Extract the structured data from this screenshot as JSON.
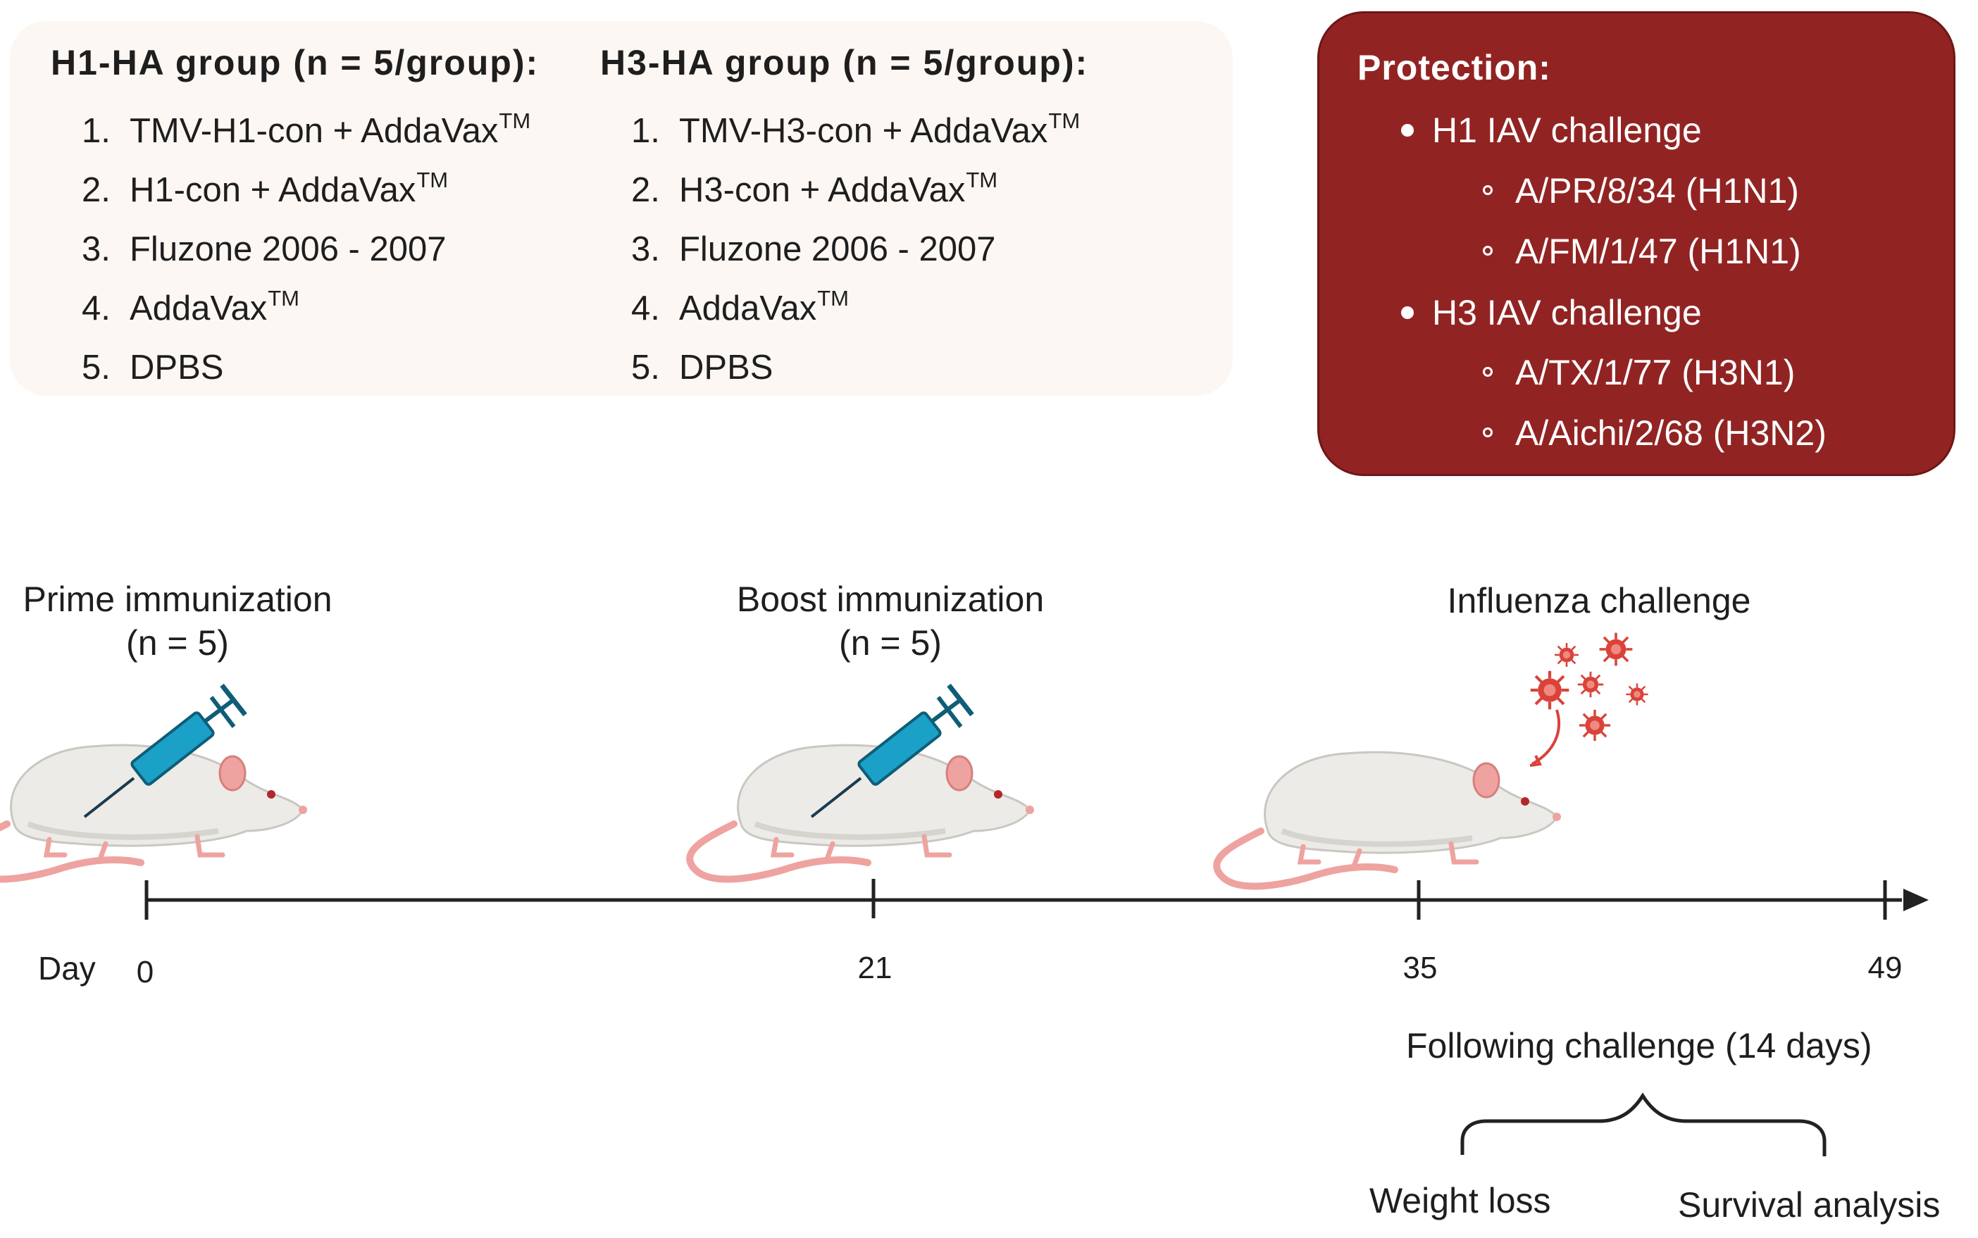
{
  "h1_group": {
    "title": "H1-HA group (n = 5/group):",
    "items": [
      {
        "num": "1.",
        "text": "TMV-H1-con + AddaVax",
        "tm": "TM"
      },
      {
        "num": "2.",
        "text": "H1-con + AddaVax",
        "tm": "TM"
      },
      {
        "num": "3.",
        "text": "Fluzone 2006 - 2007",
        "tm": ""
      },
      {
        "num": "4.",
        "text": "AddaVax",
        "tm": "TM"
      },
      {
        "num": "5.",
        "text": "DPBS",
        "tm": ""
      }
    ]
  },
  "h3_group": {
    "title": "H3-HA group (n = 5/group):",
    "items": [
      {
        "num": "1.",
        "text": "TMV-H3-con + AddaVax",
        "tm": "TM"
      },
      {
        "num": "2.",
        "text": "H3-con + AddaVax",
        "tm": "TM"
      },
      {
        "num": "3.",
        "text": "Fluzone 2006 - 2007",
        "tm": ""
      },
      {
        "num": "4.",
        "text": "AddaVax",
        "tm": "TM"
      },
      {
        "num": "5.",
        "text": "DPBS",
        "tm": ""
      }
    ]
  },
  "protection": {
    "title": "Protection:",
    "h1_challenge": "H1 IAV challenge",
    "h1_strains": [
      "A/PR/8/34 (H1N1)",
      "A/FM/1/47 (H1N1)"
    ],
    "h3_challenge": "H3 IAV challenge",
    "h3_strains": [
      "A/TX/1/77 (H3N1)",
      "A/Aichi/2/68 (H3N2)"
    ]
  },
  "timeline": {
    "stages": [
      {
        "label": "Prime immunization",
        "sub": "(n = 5)"
      },
      {
        "label": "Boost immunization",
        "sub": "(n = 5)"
      },
      {
        "label": "Influenza challenge",
        "sub": ""
      }
    ],
    "day_label": "Day",
    "ticks": [
      "0",
      "21",
      "35",
      "49"
    ],
    "following_label": "Following challenge (14 days)",
    "outcomes": [
      "Weight loss",
      "Survival analysis"
    ]
  },
  "colors": {
    "protection_bg": "#912423",
    "groups_bg": "#fdf7f3",
    "syringe": "#1ba0c8",
    "virus": "#d9433a",
    "mouse_body": "#ecebe7",
    "mouse_pink": "#eea3a0"
  },
  "icons": [
    "mouse-icon",
    "syringe-icon",
    "virus-icon",
    "arrow-icon",
    "brace-icon"
  ]
}
